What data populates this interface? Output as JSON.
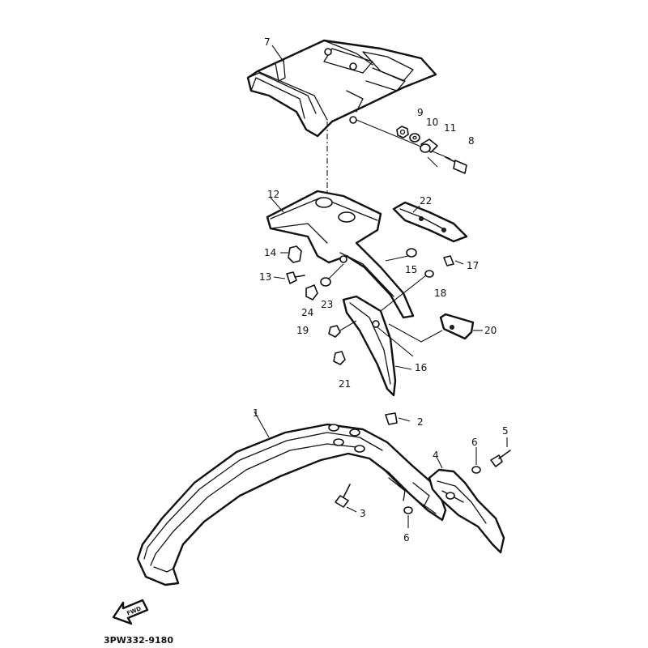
{
  "diagram_code": "3PW332-9180",
  "forward_arrow_text": "FWD",
  "callouts": {
    "c1": "1",
    "c2": "2",
    "c3": "3",
    "c4": "4",
    "c5": "5",
    "c6a": "6",
    "c6b": "6",
    "c7": "7",
    "c8": "8",
    "c9": "9",
    "c10": "10",
    "c11": "11",
    "c12": "12",
    "c13": "13",
    "c14": "14",
    "c15": "15",
    "c16": "16",
    "c17": "17",
    "c18": "18",
    "c19": "19",
    "c20": "20",
    "c21": "21",
    "c22": "22",
    "c23": "23",
    "c24": "24"
  },
  "colors": {
    "line": "#111111",
    "background": "#ffffff"
  }
}
